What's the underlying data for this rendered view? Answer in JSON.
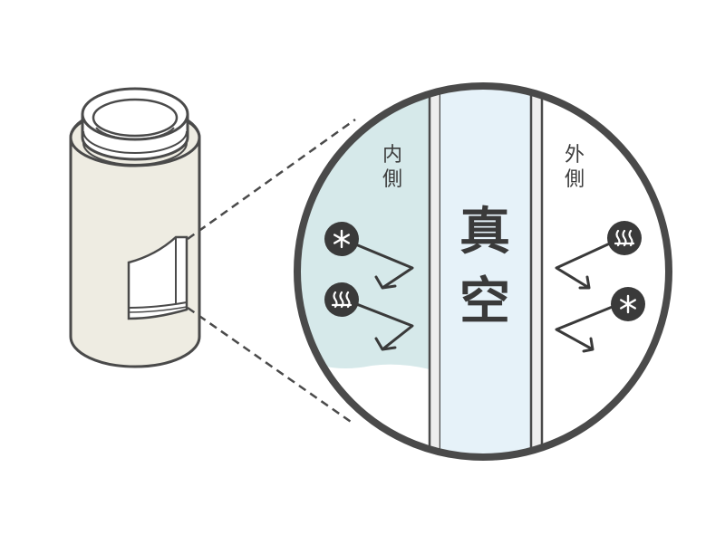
{
  "labels": {
    "inner_char1": "内",
    "inner_char2": "側",
    "outer_char1": "外",
    "outer_char2": "側",
    "vacuum_char1": "真",
    "vacuum_char2": "空"
  },
  "icons": {
    "cold": "snowflake-icon",
    "heat": "heat-waves-icon"
  },
  "colors": {
    "outline": "#4a4a4a",
    "bottle_body": "#eeece2",
    "inner_side_fill": "#d6e9ea",
    "vacuum_fill": "#e6f2f9",
    "wall_fill": "#eeeeee",
    "icon_fill": "#3a3a3a"
  }
}
